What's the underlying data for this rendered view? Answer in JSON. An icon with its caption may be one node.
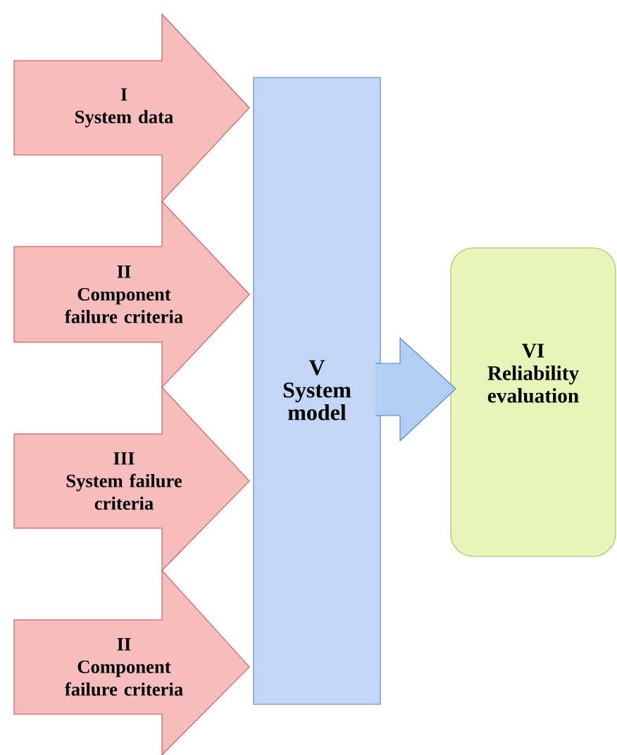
{
  "diagram": {
    "nodes": [
      {
        "text": [
          "I",
          "System data"
        ]
      },
      {
        "text": [
          "II",
          "Component failure criteria"
        ]
      },
      {
        "text": [
          "III",
          "System failure criteria"
        ]
      },
      {
        "text": [
          "II",
          "Component failure criteria"
        ]
      },
      {
        "text": [
          "V",
          "System model"
        ]
      },
      {
        "text": [
          "VI",
          "Reliability evaluation"
        ]
      }
    ],
    "edges": [
      {
        "from": 4,
        "to": 5,
        "arrow": "to"
      }
    ]
  }
}
